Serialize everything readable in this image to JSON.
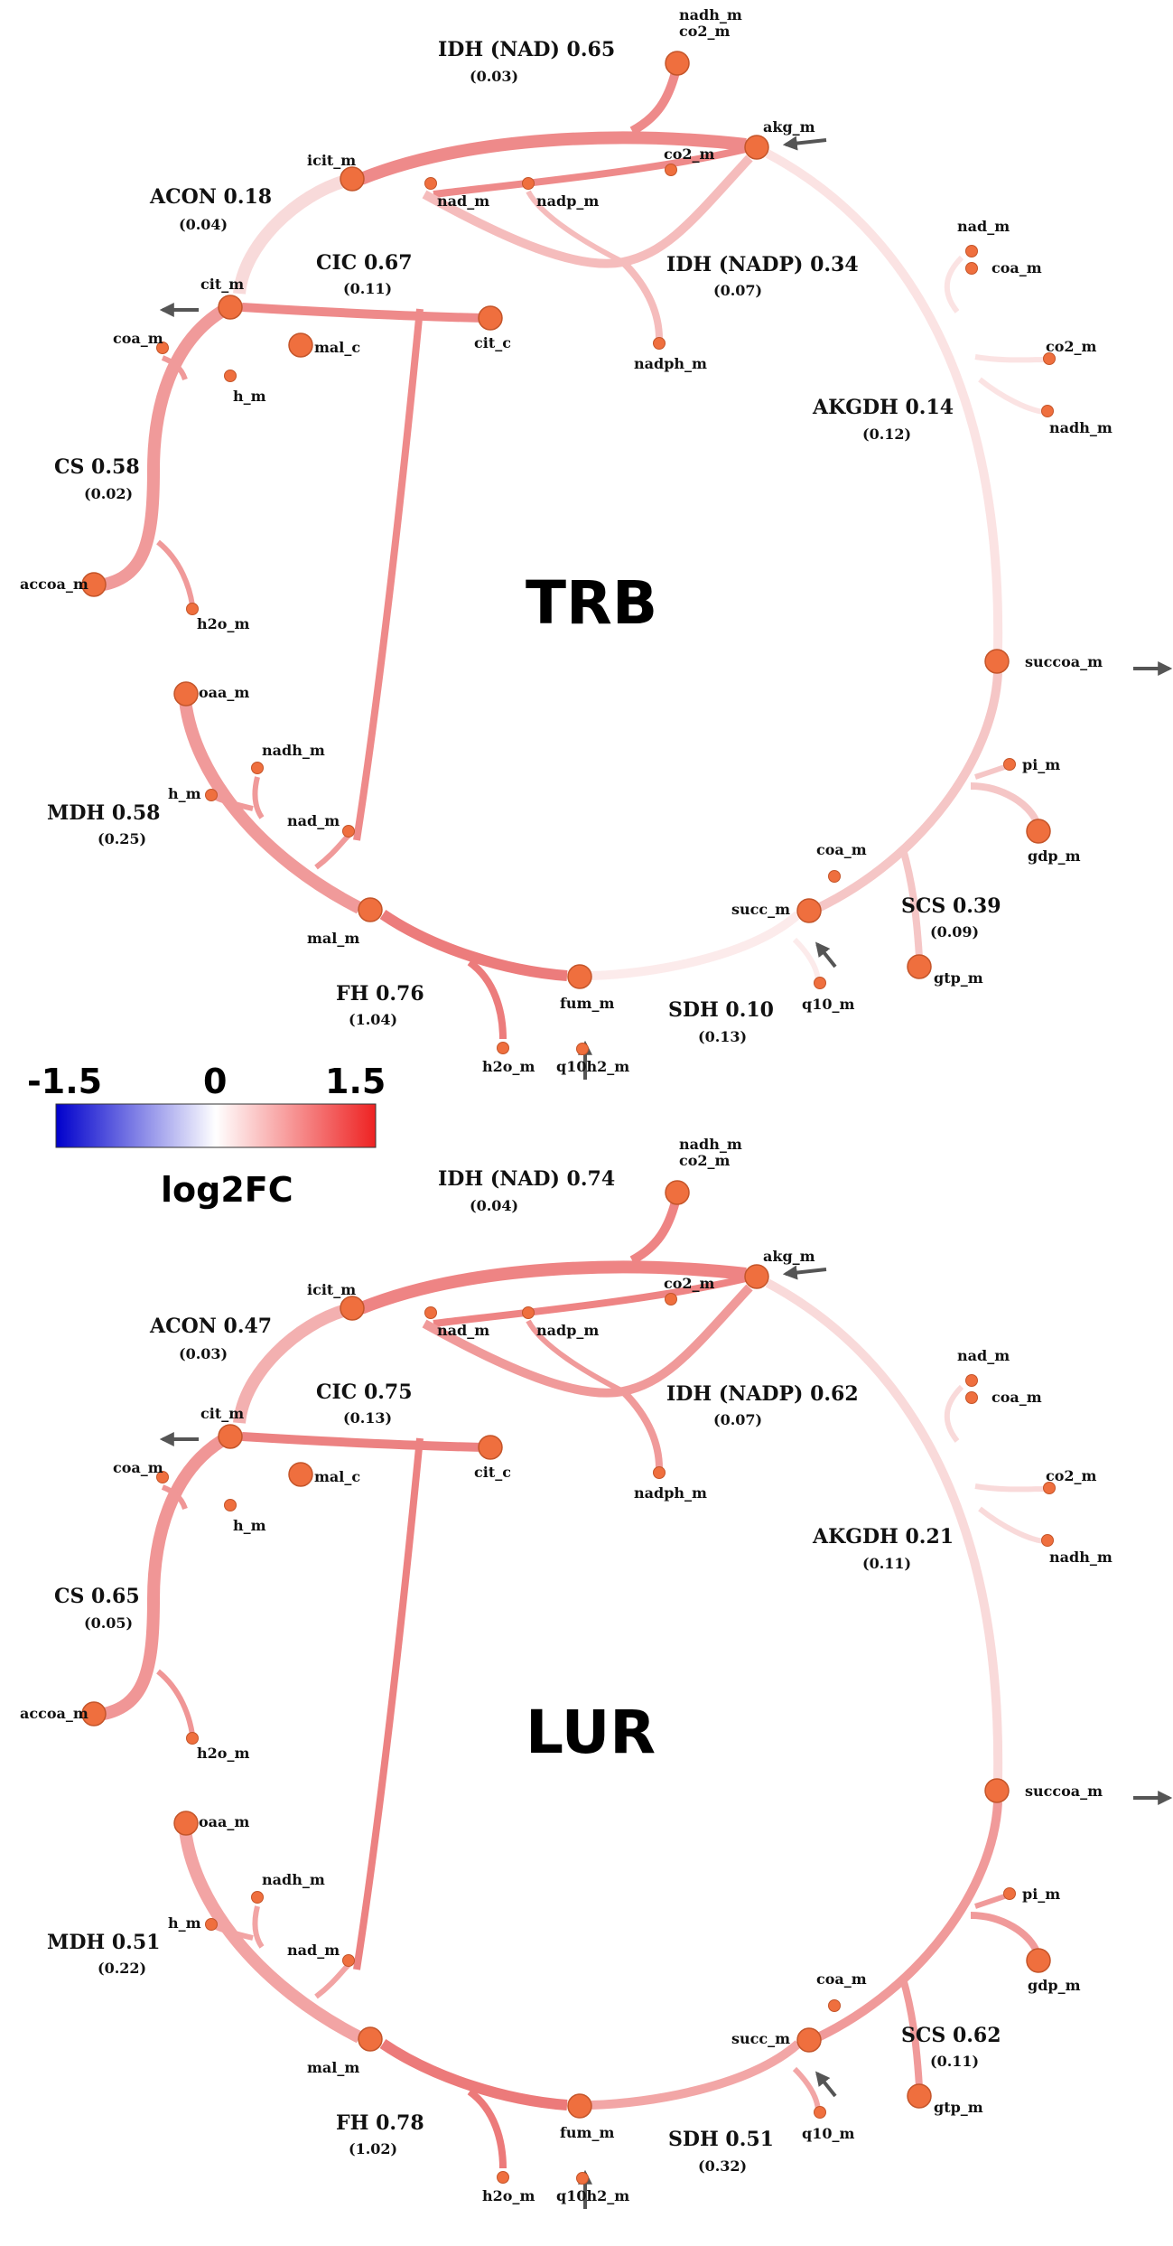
{
  "scale": {
    "min_label": "-1.5",
    "mid_label": "0",
    "max_label": "1.5",
    "title": "log2FC",
    "colors": [
      "#0000cc",
      "#ffffff",
      "#ee2222"
    ]
  },
  "panels": [
    {
      "title": "TRB",
      "reactions": {
        "idh_nad": {
          "name": "IDH (NAD) 0.65",
          "p": "(0.03)"
        },
        "acon": {
          "name": "ACON 0.18",
          "p": "(0.04)"
        },
        "cic": {
          "name": "CIC 0.67",
          "p": "(0.11)"
        },
        "idh_nadp": {
          "name": "IDH (NADP) 0.34",
          "p": "(0.07)"
        },
        "akgdh": {
          "name": "AKGDH 0.14",
          "p": "(0.12)"
        },
        "cs": {
          "name": "CS 0.58",
          "p": "(0.02)"
        },
        "mdh": {
          "name": "MDH 0.58",
          "p": "(0.25)"
        },
        "scs": {
          "name": "SCS 0.39",
          "p": "(0.09)"
        },
        "fh": {
          "name": "FH 0.76",
          "p": "(1.04)"
        },
        "sdh": {
          "name": "SDH 0.10",
          "p": "(0.13)"
        }
      },
      "metabolites": {
        "nadh_m_top": "nadh_m",
        "co2_m_top": "co2_m",
        "akg_m": "akg_m",
        "icit_m": "icit_m",
        "nad_m_idh": "nad_m",
        "nadp_m": "nadp_m",
        "co2_m_nadp": "co2_m",
        "nadph_m": "nadph_m",
        "cit_m": "cit_m",
        "coa_m_cs": "coa_m",
        "h_m_cs": "h_m",
        "mal_c": "mal_c",
        "cit_c": "cit_c",
        "accoa_m": "accoa_m",
        "h2o_m_cs": "h2o_m",
        "oaa_m": "oaa_m",
        "nadh_m_mdh": "nadh_m",
        "h_m_mdh": "h_m",
        "nad_m_mdh": "nad_m",
        "mal_m": "mal_m",
        "nad_m_akg": "nad_m",
        "coa_m_akg": "coa_m",
        "co2_m_akg": "co2_m",
        "nadh_m_akg": "nadh_m",
        "succoa_m": "succoa_m",
        "pi_m": "pi_m",
        "gdp_m": "gdp_m",
        "coa_m_scs": "coa_m",
        "succ_m": "succ_m",
        "gtp_m": "gtp_m",
        "q10_m": "q10_m",
        "fum_m": "fum_m",
        "q10h2_m": "q10h2_m",
        "h2o_m_fh": "h2o_m"
      },
      "edge_colors": {
        "idh_nad": "#ee8a8a",
        "acon": "#f8dada",
        "cic": "#ee8a8a",
        "idh_nadp": "#f5bcbc",
        "akgdh": "#fbe3e3",
        "cs": "#f09a9a",
        "mdh": "#f09a9a",
        "scs": "#f5c6c6",
        "fh": "#ec7c7c",
        "sdh": "#fcebeb"
      }
    },
    {
      "title": "LUR",
      "reactions": {
        "idh_nad": {
          "name": "IDH (NAD) 0.74",
          "p": "(0.04)"
        },
        "acon": {
          "name": "ACON 0.47",
          "p": "(0.03)"
        },
        "cic": {
          "name": "CIC 0.75",
          "p": "(0.13)"
        },
        "idh_nadp": {
          "name": "IDH (NADP) 0.62",
          "p": "(0.07)"
        },
        "akgdh": {
          "name": "AKGDH 0.21",
          "p": "(0.11)"
        },
        "cs": {
          "name": "CS 0.65",
          "p": "(0.05)"
        },
        "mdh": {
          "name": "MDH 0.51",
          "p": "(0.22)"
        },
        "scs": {
          "name": "SCS 0.62",
          "p": "(0.11)"
        },
        "fh": {
          "name": "FH 0.78",
          "p": "(1.02)"
        },
        "sdh": {
          "name": "SDH 0.51",
          "p": "(0.32)"
        }
      },
      "metabolites": {
        "nadh_m_top": "nadh_m",
        "co2_m_top": "co2_m",
        "akg_m": "akg_m",
        "icit_m": "icit_m",
        "nad_m_idh": "nad_m",
        "nadp_m": "nadp_m",
        "co2_m_nadp": "co2_m",
        "nadph_m": "nadph_m",
        "cit_m": "cit_m",
        "coa_m_cs": "coa_m",
        "h_m_cs": "h_m",
        "mal_c": "mal_c",
        "cit_c": "cit_c",
        "accoa_m": "accoa_m",
        "h2o_m_cs": "h2o_m",
        "oaa_m": "oaa_m",
        "nadh_m_mdh": "nadh_m",
        "h_m_mdh": "h_m",
        "nad_m_mdh": "nad_m",
        "mal_m": "mal_m",
        "nad_m_akg": "nad_m",
        "coa_m_akg": "coa_m",
        "co2_m_akg": "co2_m",
        "nadh_m_akg": "nadh_m",
        "succoa_m": "succoa_m",
        "pi_m": "pi_m",
        "gdp_m": "gdp_m",
        "coa_m_scs": "coa_m",
        "succ_m": "succ_m",
        "gtp_m": "gtp_m",
        "q10_m": "q10_m",
        "fum_m": "fum_m",
        "q10h2_m": "q10h2_m",
        "h2o_m_fh": "h2o_m"
      },
      "edge_colors": {
        "idh_nad": "#ee8484",
        "acon": "#f3b0b0",
        "cic": "#ec8282",
        "idh_nadp": "#f09a9a",
        "akgdh": "#f9dada",
        "cs": "#f09696",
        "mdh": "#f2a4a4",
        "scs": "#f09a9a",
        "fh": "#ec7a7a",
        "sdh": "#f2a6a6"
      }
    }
  ]
}
